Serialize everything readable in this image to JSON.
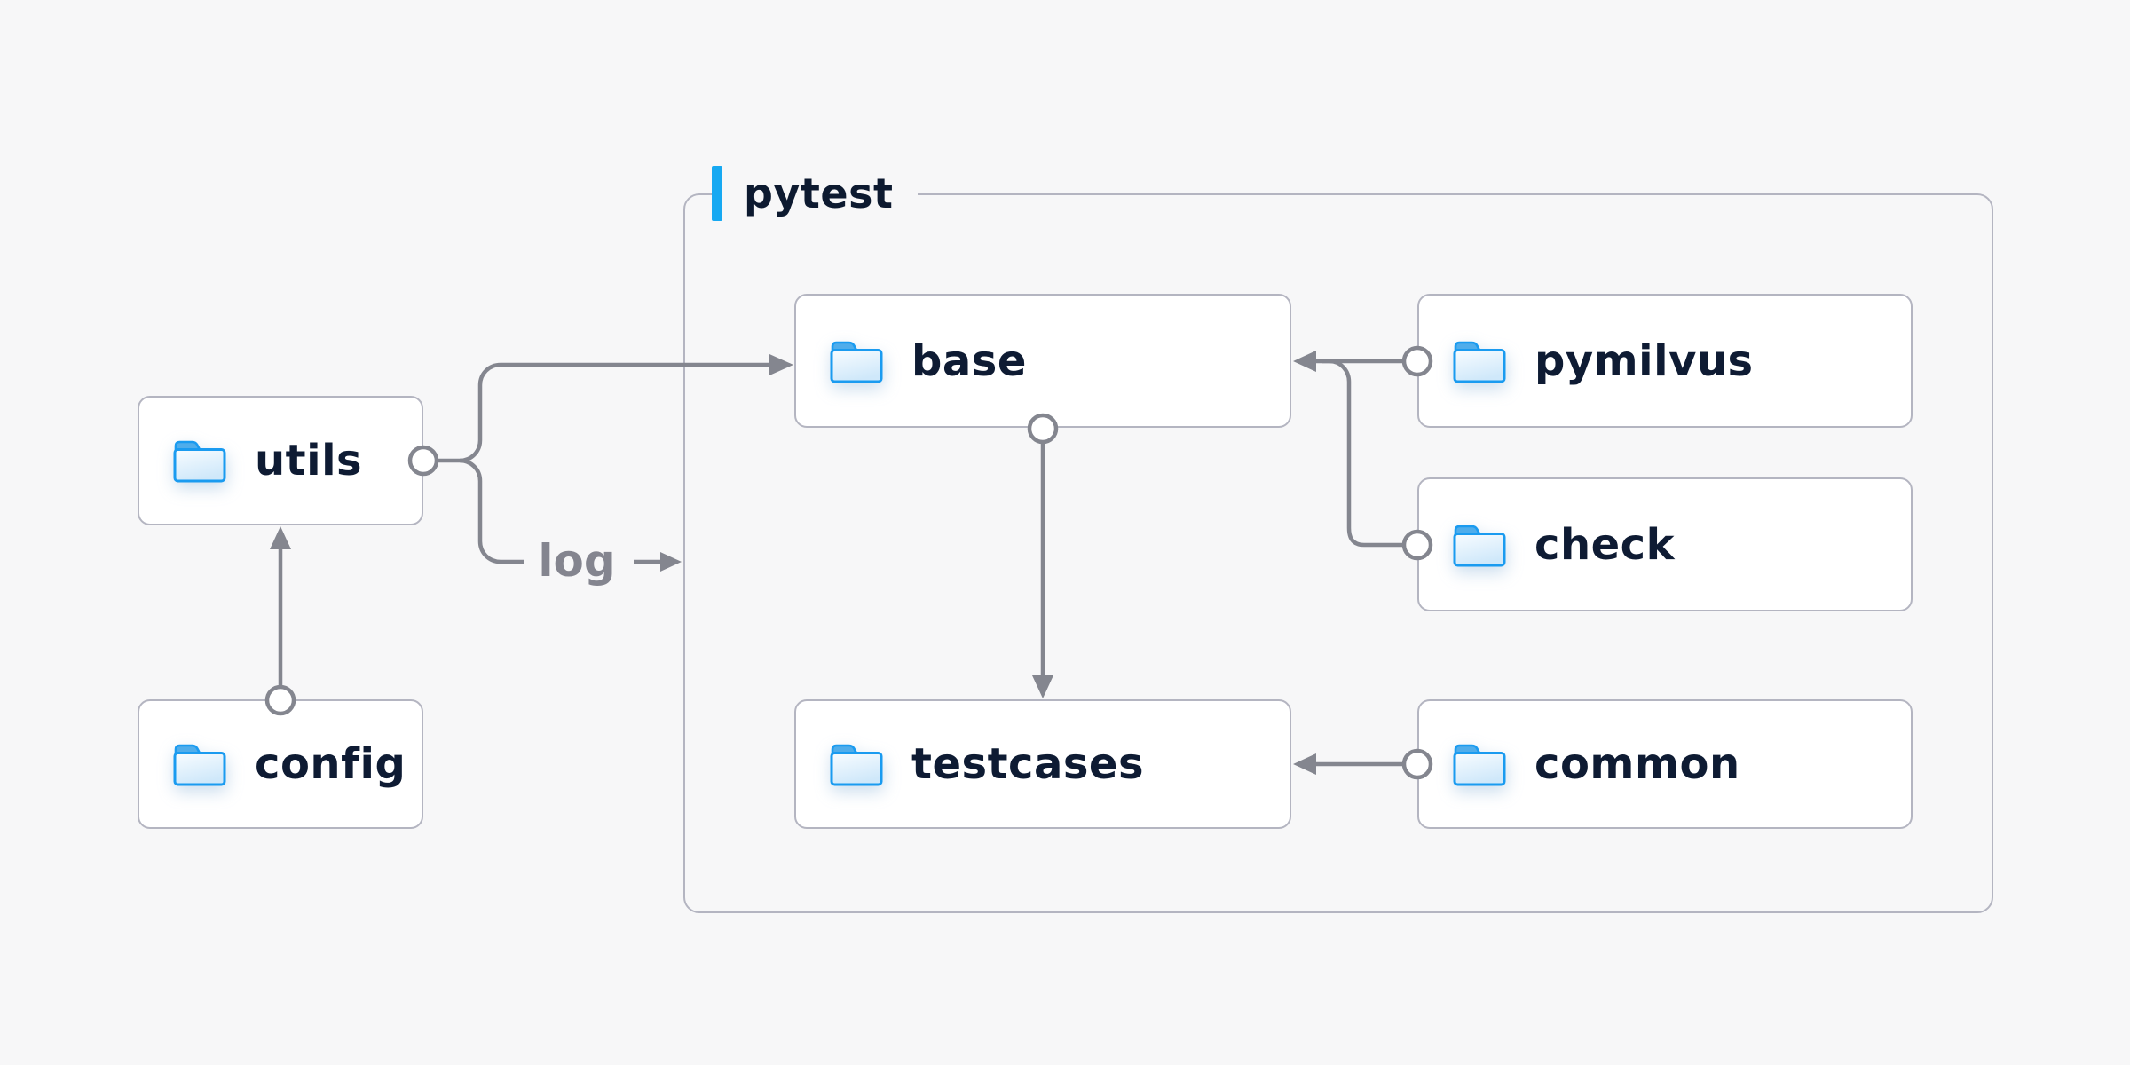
{
  "diagram": {
    "container": {
      "label": "pytest",
      "accent_color": "#17a9f2",
      "border_color": "#b4b5c1"
    },
    "nodes": {
      "utils": {
        "label": "utils",
        "icon": "folder-icon",
        "inside_container": false
      },
      "config": {
        "label": "config",
        "icon": "folder-icon",
        "inside_container": false
      },
      "base": {
        "label": "base",
        "icon": "folder-icon",
        "inside_container": true
      },
      "pymilvus": {
        "label": "pymilvus",
        "icon": "folder-icon",
        "inside_container": true
      },
      "check": {
        "label": "check",
        "icon": "folder-icon",
        "inside_container": true
      },
      "testcases": {
        "label": "testcases",
        "icon": "folder-icon",
        "inside_container": true
      },
      "common": {
        "label": "common",
        "icon": "folder-icon",
        "inside_container": true
      }
    },
    "edges": [
      {
        "from": "utils",
        "to": "base",
        "style": "circle-to-arrow"
      },
      {
        "from": "utils",
        "to": "pytest-container",
        "style": "circle-to-arrow",
        "label": "log"
      },
      {
        "from": "config",
        "to": "utils",
        "style": "circle-to-arrow"
      },
      {
        "from": "base",
        "to": "testcases",
        "style": "circle-to-arrow"
      },
      {
        "from": "pymilvus",
        "to": "base",
        "style": "circle-to-arrow"
      },
      {
        "from": "check",
        "to": "base",
        "style": "circle-to-arrow"
      },
      {
        "from": "common",
        "to": "testcases",
        "style": "circle-to-arrow"
      }
    ],
    "colors": {
      "background": "#f7f7f8",
      "node_fill": "#ffffff",
      "node_border": "#b4b5c1",
      "node_text": "#0e1b33",
      "edge_line": "#84868f",
      "edge_label_text": "#84858f",
      "accent": "#17a9f2",
      "folder_outline": "#1a9bf0",
      "folder_tab": "#4fadeb",
      "folder_body_light": "#f8fcff",
      "folder_body_dark": "#cfe8fa"
    }
  }
}
